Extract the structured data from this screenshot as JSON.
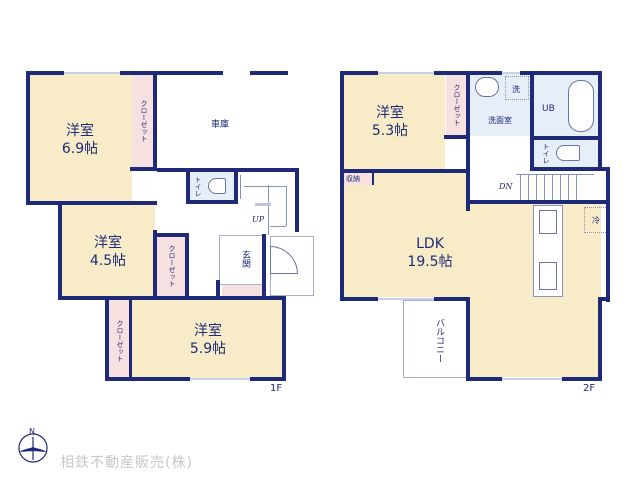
{
  "floor1": {
    "label": "1F",
    "rooms": [
      {
        "name": "洋室",
        "size": "6.9帖"
      },
      {
        "name": "洋室",
        "size": "4.5帖"
      },
      {
        "name": "洋室",
        "size": "5.9帖"
      }
    ],
    "garage": "車庫",
    "closet1": "クローゼット",
    "closet2": "クローゼット",
    "closet3": "クローゼット",
    "toilet": "トイレ",
    "entrance": "玄関",
    "stairs_dir": "UP"
  },
  "floor2": {
    "label": "2F",
    "bedroom": {
      "name": "洋室",
      "size": "5.3帖"
    },
    "ldk": {
      "name": "LDK",
      "size": "19.5帖"
    },
    "closet": "クローゼット",
    "washroom": "洗面室",
    "washer": "洗",
    "bath": "UB",
    "toilet": "トイレ",
    "storage": "収納",
    "fridge": "冷",
    "balcony": "バルコニー",
    "stairs_dir": "DN"
  },
  "footer": {
    "compass": "N",
    "company": "相鉄不動産販売(株)"
  },
  "colors": {
    "wall": "#1e2a78",
    "bedroom": "#f8ecc8",
    "closet": "#f6e0e0",
    "wet_area": "#e6eef8"
  }
}
